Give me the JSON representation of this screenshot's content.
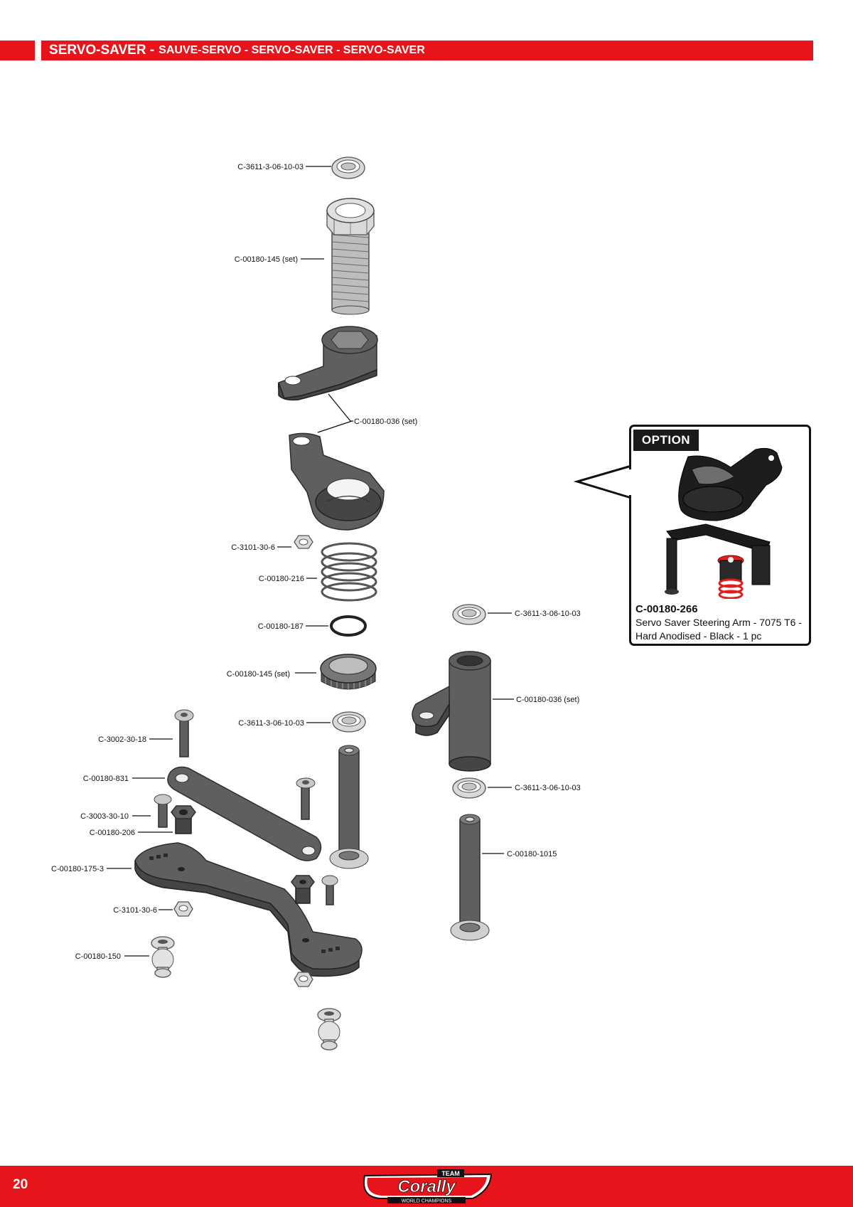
{
  "header": {
    "title_main": "SERVO-SAVER -",
    "title_translations": "SAUVE-SERVO - SERVO-SAVER - SERVO-SAVER"
  },
  "diagram": {
    "callouts": [
      {
        "id": "bearing-top",
        "label": "C-3611-3-06-10-03"
      },
      {
        "id": "threaded-post",
        "label": "C-00180-145 (set)"
      },
      {
        "id": "arm-set-upper",
        "label": "C-00180-036 (set)"
      },
      {
        "id": "nut-left",
        "label": "C-3101-30-6"
      },
      {
        "id": "spring",
        "label": "C-00180-216"
      },
      {
        "id": "oring",
        "label": "C-00180-187"
      },
      {
        "id": "adjust-nut",
        "label": "C-00180-145 (set)"
      },
      {
        "id": "bearing-mid",
        "label": "C-3611-3-06-10-03"
      },
      {
        "id": "screw-18",
        "label": "C-3002-30-18"
      },
      {
        "id": "link-831",
        "label": "C-00180-831"
      },
      {
        "id": "screw-10",
        "label": "C-3003-30-10"
      },
      {
        "id": "spacer-206",
        "label": "C-00180-206"
      },
      {
        "id": "plate-175",
        "label": "C-00180-175-3"
      },
      {
        "id": "nut-lower",
        "label": "C-3101-30-6"
      },
      {
        "id": "ball-150",
        "label": "C-00180-150"
      },
      {
        "id": "bearing-right-top",
        "label": "C-3611-3-06-10-03"
      },
      {
        "id": "arm-set-right",
        "label": "C-00180-036 (set)"
      },
      {
        "id": "bearing-right-bottom",
        "label": "C-3611-3-06-10-03"
      },
      {
        "id": "post-1015",
        "label": "C-00180-1015"
      }
    ]
  },
  "option": {
    "tag": "OPTION",
    "code": "C-00180-266",
    "description": "Servo Saver Steering Arm - 7075 T6 - Hard Anodised - Black - 1 pc"
  },
  "footer": {
    "page_number": "20",
    "logo_top": "TEAM",
    "logo_main": "Corally",
    "logo_sub": "WORLD CHAMPIONS"
  },
  "colors": {
    "brand_red": "#e8141b",
    "option_black": "#1a1a1a",
    "option_accent": "#e02020"
  }
}
